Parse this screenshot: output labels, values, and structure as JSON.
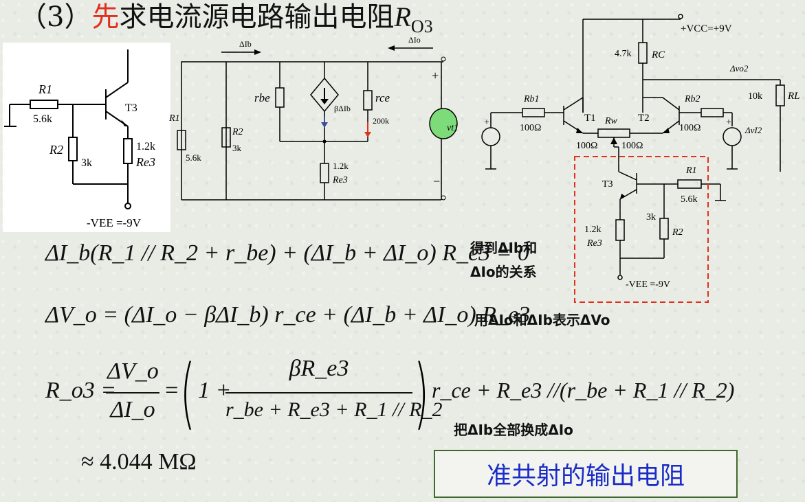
{
  "title": {
    "prefix": "（3）",
    "red": "先",
    "rest": "求电流源电路输出电阻",
    "symbol": "R",
    "sub": "O3"
  },
  "eq1": {
    "text": "ΔI_b(R_1 // R_2 + r_be) + (ΔI_b + ΔI_o) R_e3 = 0",
    "note_line1": "得到ΔIb和",
    "note_line2": "ΔIo的关系"
  },
  "eq2": {
    "text": "ΔV_o = (ΔI_o − βΔI_b) r_ce + (ΔI_b + ΔI_o) R_e3",
    "note": "用ΔIo和ΔIb表示ΔVo"
  },
  "eq3": {
    "lhs": "R_o3 =",
    "frac1_num": "ΔV_o",
    "frac1_den": "ΔI_o",
    "num": "βR_e3",
    "den": "r_be + R_e3 + R_1 // R_2",
    "tail": "r_ce + R_e3 //(r_be + R_1 // R_2)",
    "note": "把ΔIb全部换成ΔIo"
  },
  "result": "≈ 4.044 MΩ",
  "conclusion": "准共射的输出电阻",
  "circuit_left": {
    "r1": "R1",
    "r1_val": "5.6k",
    "r2": "R2",
    "r2_val": "3k",
    "t": "T3",
    "re": "Re3",
    "re_val": "1.2k",
    "vee": "-VEE =-9V"
  },
  "circuit_mid": {
    "dib": "ΔIb",
    "dio": "ΔIo",
    "r1": "R1",
    "r1_val": "5.6k",
    "r2": "R2",
    "r2_val": "3k",
    "rbe": "rbe",
    "source": "βΔIb",
    "rce": "rce",
    "rce_val": "200k",
    "re_val": "1.2k",
    "re": "Re3",
    "vt": "vt1",
    "plus": "+",
    "minus": "−"
  },
  "circuit_right": {
    "vcc": "+VCC=+9V",
    "rc_val": "4.7k",
    "rc": "RC",
    "dvo2": "Δvo2",
    "rl_val": "10k",
    "rl": "RL",
    "rb1": "Rb1",
    "rb1_val": "100Ω",
    "t1": "T1",
    "rw": "Rw",
    "t2": "T2",
    "rb2": "Rb2",
    "rb2_val": "100Ω",
    "rw_l": "100Ω",
    "rw_r": "100Ω",
    "dvi2": "ΔvI2",
    "t3": "T3",
    "r1": "R1",
    "r1_val": "5.6k",
    "r2_val": "3k",
    "r2": "R2",
    "re_val": "1.2k",
    "re": "Re3",
    "vee": "-VEE =-9V"
  }
}
